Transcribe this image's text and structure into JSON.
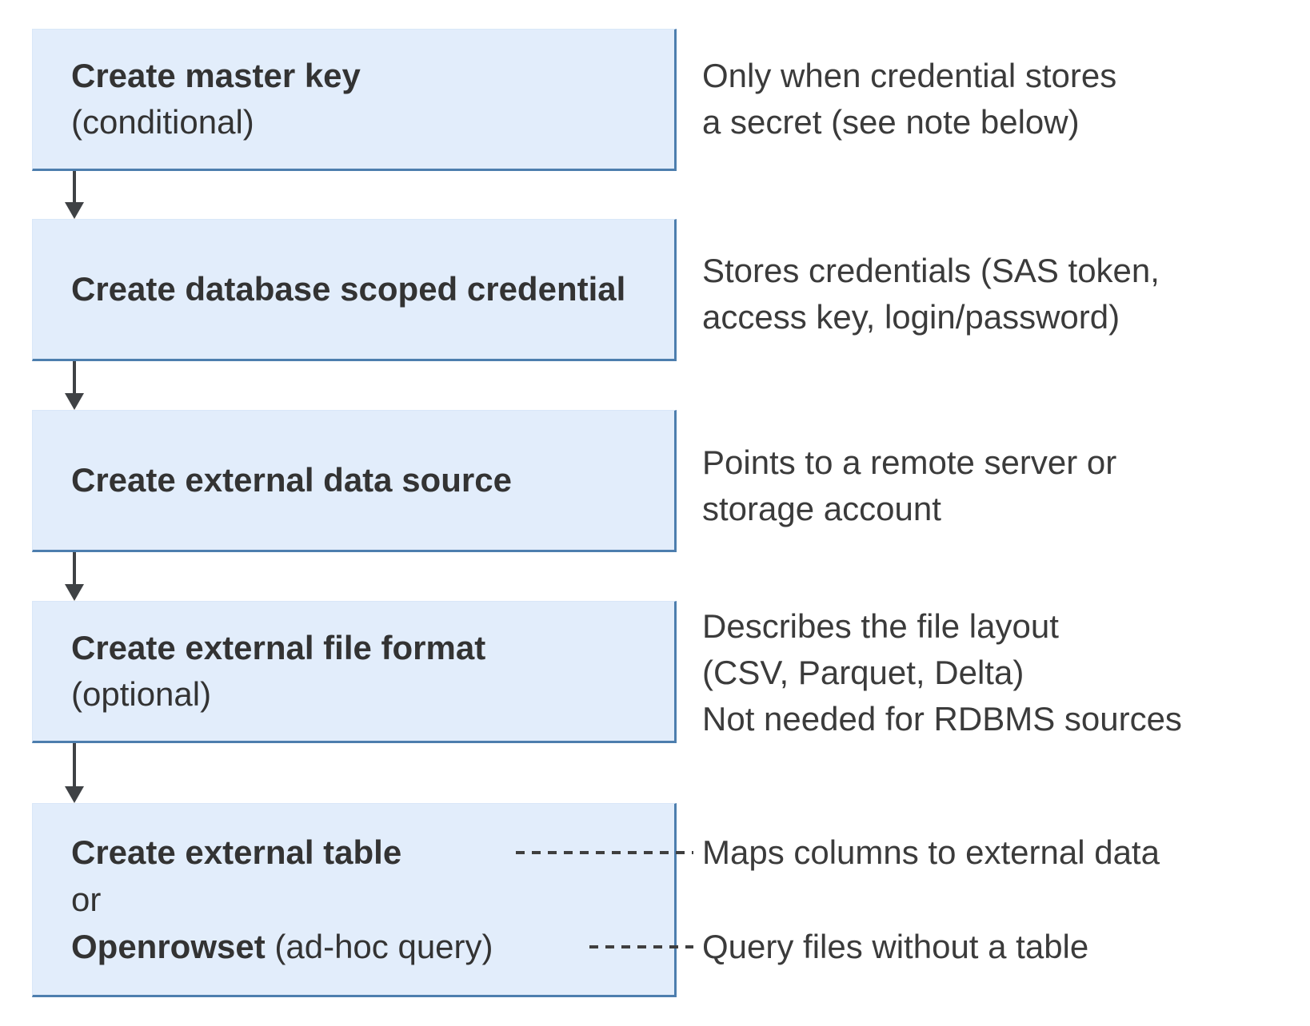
{
  "diagram": {
    "type": "flowchart",
    "colors": {
      "box_fill": "#e2edfb",
      "box_border": "#4d7eae",
      "connector": "#3f4245",
      "box_text": "#333333",
      "annotation_text": "#3b3b3b"
    },
    "boxes": [
      {
        "title": "Create master key",
        "qualifier": "(conditional)"
      },
      {
        "title": "Create database scoped credential"
      },
      {
        "title": "Create external data source"
      },
      {
        "title": "Create external file format",
        "qualifier": "(optional)"
      },
      {
        "line1": "Create external table",
        "line2": "or",
        "line3_bold": "Openrowset",
        "line3_rest": " (ad-hoc query)"
      }
    ],
    "annotations": [
      {
        "lines": [
          "Only when credential stores",
          "a secret (see note below)"
        ]
      },
      {
        "lines": [
          "Stores credentials (SAS token,",
          "access key, login/password)"
        ]
      },
      {
        "lines": [
          "Points to a remote server or",
          "storage account"
        ]
      },
      {
        "lines": [
          "Describes the file layout",
          "(CSV, Parquet, Delta)",
          "Not needed for RDBMS sources"
        ]
      },
      {
        "lines": [
          "Maps columns to external data"
        ]
      },
      {
        "lines": [
          "Query files without a table"
        ]
      }
    ]
  }
}
